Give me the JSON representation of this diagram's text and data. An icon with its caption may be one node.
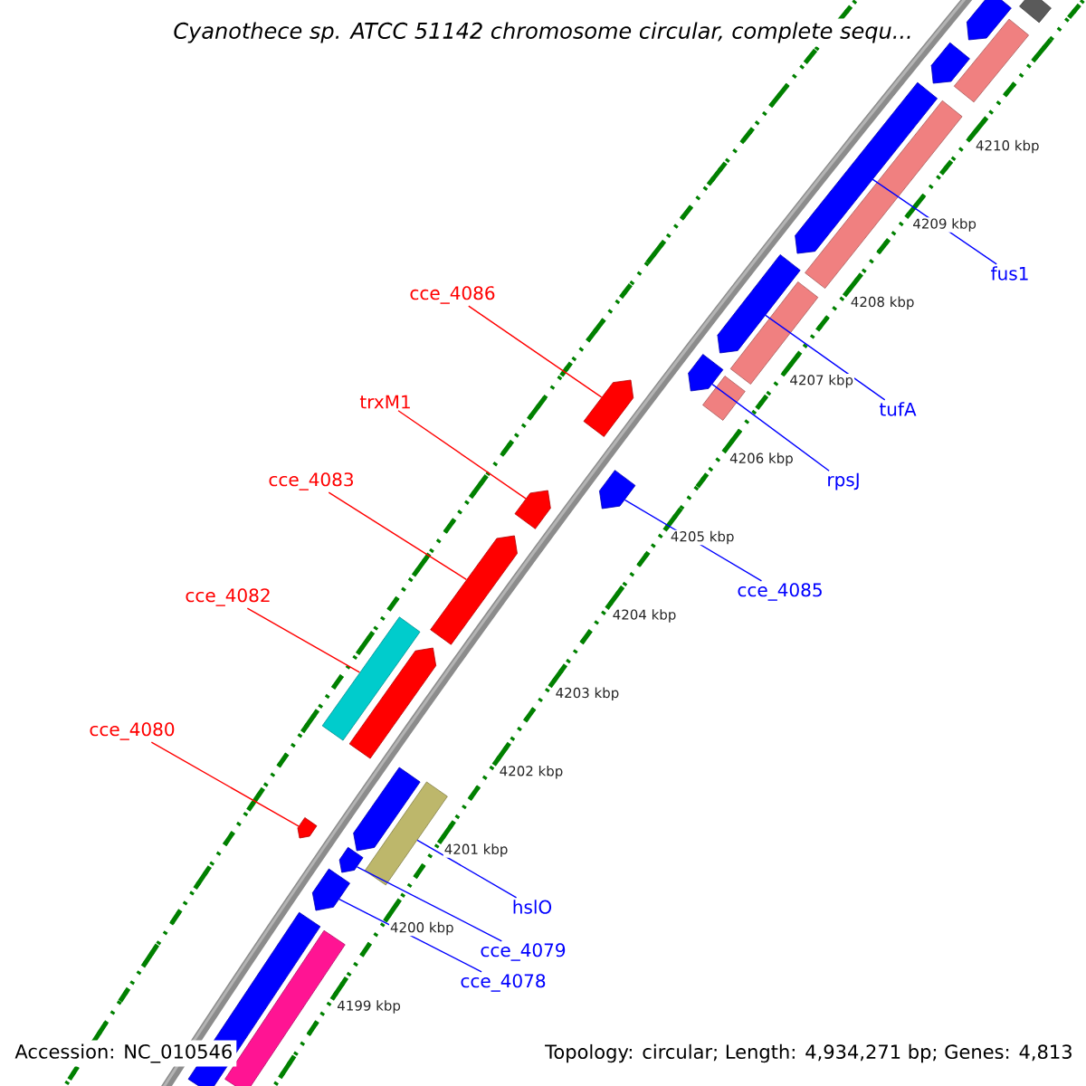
{
  "diagram": {
    "title": "Cyanothece sp. ATCC 51142 chromosome circular, complete sequ...",
    "nodes": [
      {
        "text": [
          "fus1"
        ]
      },
      {
        "text": [
          "cce_4086"
        ]
      },
      {
        "text": [
          "trxM1"
        ]
      },
      {
        "text": [
          "tufA"
        ]
      },
      {
        "text": [
          "rpsJ"
        ]
      },
      {
        "text": [
          "cce_4083"
        ]
      },
      {
        "text": [
          "cce_4085"
        ]
      },
      {
        "text": [
          "cce_4082"
        ]
      },
      {
        "text": [
          "cce_4080"
        ]
      },
      {
        "text": [
          "hslO"
        ]
      },
      {
        "text": [
          "cce_4079"
        ]
      },
      {
        "text": [
          "cce_4078"
        ]
      },
      {
        "text": [],
        "shape": "bar"
      },
      {
        "text": [],
        "shape": "arrow"
      },
      {
        "text": [],
        "shape": "bar"
      },
      {
        "text": [],
        "shape": "arrow"
      },
      {
        "text": [],
        "shape": "arrow"
      },
      {
        "text": [],
        "shape": "bar"
      },
      {
        "text": [],
        "shape": "arrow"
      },
      {
        "text": [],
        "shape": "bar"
      },
      {
        "text": [],
        "shape": "arrow"
      },
      {
        "text": [],
        "shape": "bar"
      },
      {
        "text": [],
        "shape": "arrow"
      },
      {
        "text": [],
        "shape": "arrow"
      },
      {
        "text": [],
        "shape": "arrow"
      },
      {
        "text": [],
        "shape": "arrow"
      },
      {
        "text": [],
        "shape": "bar"
      },
      {
        "text": [],
        "shape": "arrow"
      },
      {
        "text": [],
        "shape": "arrow"
      },
      {
        "text": [],
        "shape": "arrow"
      },
      {
        "text": [],
        "shape": "bar"
      },
      {
        "text": [],
        "shape": "arrow"
      },
      {
        "text": [],
        "shape": "arrow"
      },
      {
        "text": [],
        "shape": "bar"
      },
      {
        "text": [],
        "shape": "bar"
      }
    ],
    "edges": [
      {
        "from": 0,
        "to": 16,
        "arrow": "none"
      },
      {
        "from": 1,
        "to": 22,
        "arrow": "none",
        "color": "#ff0000"
      },
      {
        "from": 2,
        "to": 24,
        "arrow": "none",
        "color": "#ff0000"
      },
      {
        "from": 3,
        "to": 18,
        "arrow": "none"
      },
      {
        "from": 4,
        "to": 20,
        "arrow": "none"
      },
      {
        "from": 5,
        "to": 25,
        "arrow": "none",
        "color": "#ff0000"
      },
      {
        "from": 6,
        "to": 23,
        "arrow": "none"
      },
      {
        "from": 7,
        "to": 26,
        "arrow": "none",
        "color": "#ff0000"
      },
      {
        "from": 8,
        "to": 29,
        "arrow": "none",
        "color": "#ff0000"
      },
      {
        "from": 9,
        "to": 30,
        "arrow": "none"
      },
      {
        "from": 10,
        "to": 31,
        "arrow": "none"
      },
      {
        "from": 11,
        "to": 32,
        "arrow": "none"
      }
    ],
    "labels": [
      "4210 kbp",
      "4209 kbp",
      "4208 kbp",
      "4207 kbp",
      "4206 kbp",
      "4205 kbp",
      "4204 kbp",
      "4203 kbp",
      "4202 kbp",
      "4201 kbp",
      "4200 kbp",
      "4199 kbp",
      "Accession: NC_010546",
      "Topology: circular; Length: 4,934,271 bp; Genes: 4,813"
    ]
  }
}
